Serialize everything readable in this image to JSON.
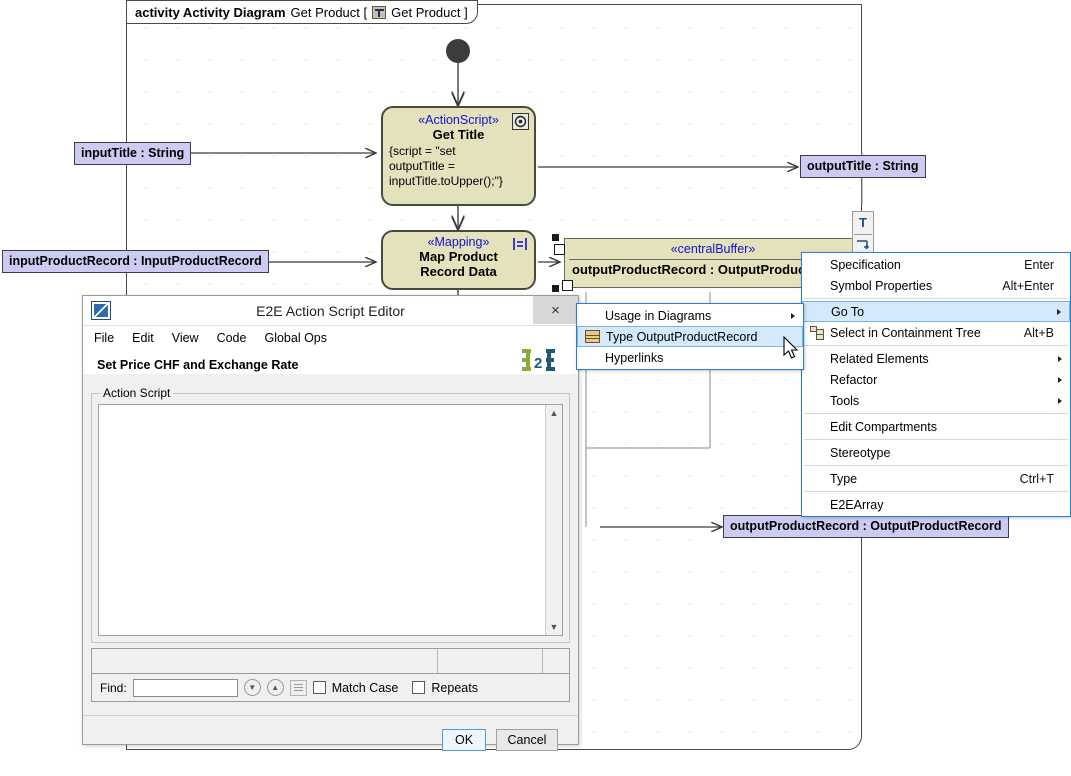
{
  "diagram": {
    "frame": {
      "keyword": "activity Activity Diagram",
      "name": "Get Product [",
      "icon": "diagram-icon",
      "name_end": "Get Product ]"
    },
    "nodes": [
      {
        "stereotype": "«ActionScript»",
        "name": "Get Title",
        "body": "{script = \"set\noutputTitle =\ninputTitle.toUpper();\"}",
        "badge": "actionscript-badge"
      },
      {
        "stereotype": "«Mapping»",
        "name": "Map Product\nRecord Data",
        "badge": "mapping-badge"
      }
    ],
    "central_buffer": {
      "stereotype": "«centralBuffer»",
      "attribute": "outputProductRecord : OutputProductR"
    },
    "pins": [
      {
        "id": "input-title",
        "label": "inputTitle : String"
      },
      {
        "id": "input-product-record",
        "label": "inputProductRecord : InputProductRecord"
      },
      {
        "id": "output-title",
        "label": "outputTitle : String"
      },
      {
        "id": "output-product-record",
        "label": "outputProductRecord : OutputProductRecord"
      }
    ],
    "mini_toolbar": [
      {
        "icon": "text-box-icon",
        "label": "T"
      },
      {
        "icon": "insert-text-icon",
        "label": "T"
      }
    ],
    "colors": {
      "node_fill": "#e4e1bd",
      "pin_fill": "#ccccf2",
      "stereotype_text": "#1414c8",
      "node_border": "#4a4a3c"
    }
  },
  "context_menu": {
    "items": [
      {
        "label": "Specification",
        "accel": "Enter",
        "submenu": false,
        "icon": null,
        "selected": false
      },
      {
        "label": "Symbol Properties",
        "accel": "Alt+Enter",
        "submenu": false,
        "icon": null,
        "selected": false
      },
      {
        "label": "Go To",
        "accel": "",
        "submenu": true,
        "icon": null,
        "selected": true
      },
      {
        "label": "Select in Containment Tree",
        "accel": "Alt+B",
        "submenu": false,
        "icon": "containment-tree-icon",
        "selected": false
      },
      {
        "label": "Related Elements",
        "accel": "",
        "submenu": true,
        "icon": null,
        "selected": false
      },
      {
        "label": "Refactor",
        "accel": "",
        "submenu": true,
        "icon": null,
        "selected": false
      },
      {
        "label": "Tools",
        "accel": "",
        "submenu": true,
        "icon": null,
        "selected": false
      },
      {
        "label": "Edit Compartments",
        "accel": "",
        "submenu": false,
        "icon": null,
        "selected": false
      },
      {
        "label": "Stereotype",
        "accel": "",
        "submenu": false,
        "icon": null,
        "selected": false
      },
      {
        "label": "Type",
        "accel": "Ctrl+T",
        "submenu": false,
        "icon": null,
        "selected": false
      },
      {
        "label": "E2EArray",
        "accel": "",
        "submenu": false,
        "icon": null,
        "selected": false
      }
    ]
  },
  "submenu": {
    "items": [
      {
        "label": "Usage in Diagrams",
        "accel": "",
        "submenu": true,
        "icon": null,
        "selected": false
      },
      {
        "label": "Type OutputProductRecord",
        "accel": "",
        "submenu": false,
        "icon": "type-record-icon",
        "selected": true
      },
      {
        "label": "Hyperlinks",
        "accel": "",
        "submenu": false,
        "icon": null,
        "selected": false
      }
    ]
  },
  "dialog": {
    "title": "E2E Action Script Editor",
    "app_icon": "e2e-app-icon",
    "close_label": "×",
    "menubar": [
      "File",
      "Edit",
      "View",
      "Code",
      "Global Ops"
    ],
    "subtitle": "Set Price CHF and Exchange Rate",
    "logo": "e2e-logo",
    "group_label": "Action Script",
    "script_value": "",
    "find": {
      "label": "Find:",
      "value": "",
      "placeholder": "",
      "prev_icon": "find-next-icon",
      "next_icon": "find-previous-icon",
      "options_icon": "find-options-icon",
      "match_case_label": "Match Case",
      "match_case_checked": false,
      "repeats_label": "Repeats",
      "repeats_checked": false
    },
    "buttons": {
      "ok": "OK",
      "cancel": "Cancel"
    }
  }
}
